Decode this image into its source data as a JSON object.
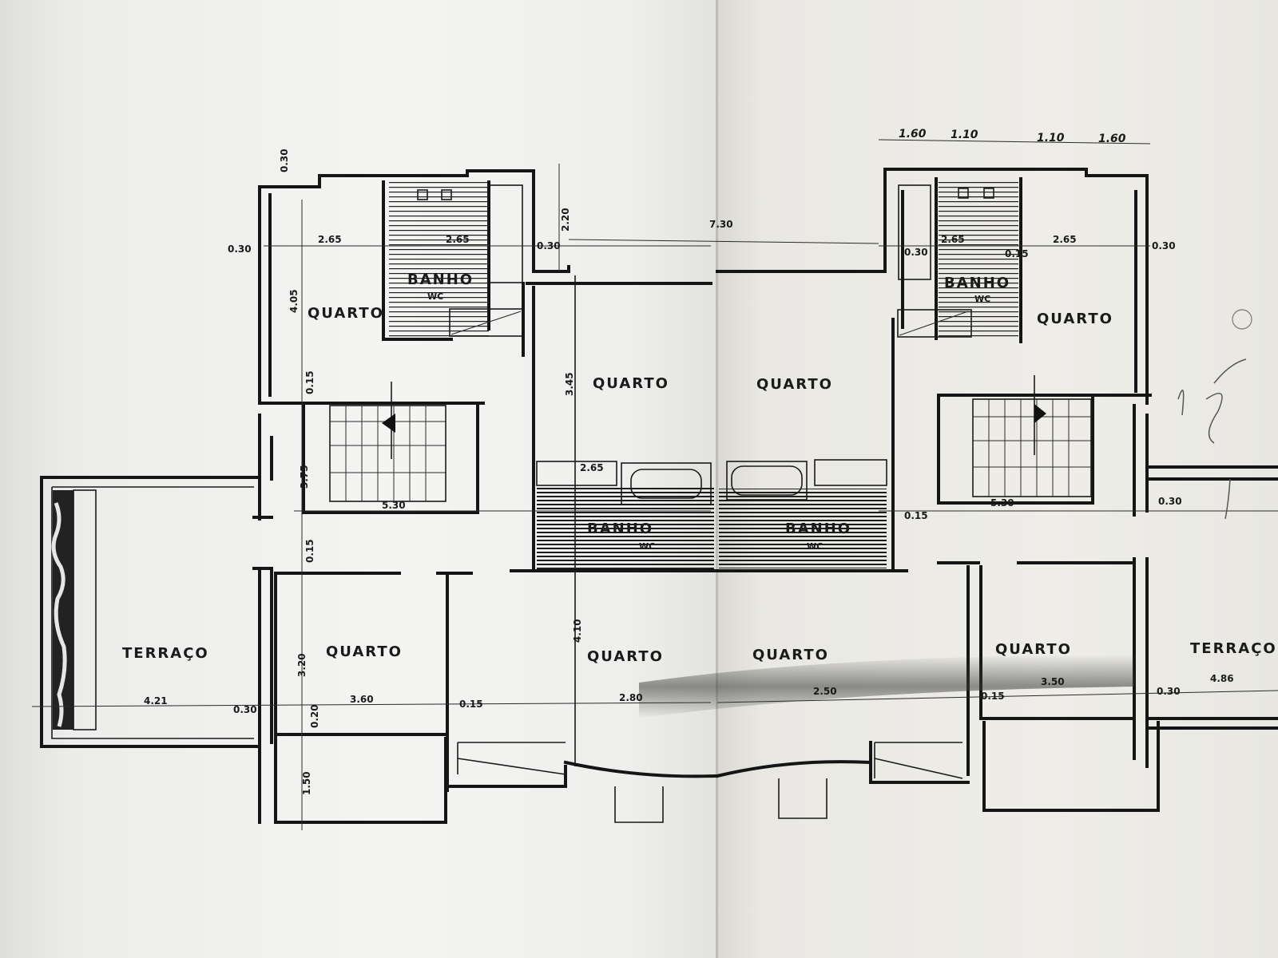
{
  "plan": {
    "left_unit": {
      "rooms": {
        "quarto_top": "QUARTO",
        "banho_top": "BANHO",
        "wc_top": "WC",
        "quarto_mid": "QUARTO",
        "banho_mid": "BANHO",
        "wc_mid": "WC",
        "terraco": "TERRAÇO",
        "quarto_bottom_left": "QUARTO",
        "quarto_bottom_mid": "QUARTO"
      },
      "dimensions": {
        "d030_top": "0.30",
        "d030_left": "0.30",
        "d265_quarto": "2.65",
        "d265_banho": "2.65",
        "d220": "2.20",
        "d030_right": "0.30",
        "d405": "4.05",
        "d015_a": "0.15",
        "d345": "3.45",
        "d375": "3.75",
        "d530": "5.30",
        "d265_mid": "2.65",
        "d015_b": "0.15",
        "d320": "3.20",
        "d421": "4.21",
        "d030_bot": "0.30",
        "d360": "3.60",
        "d015_c": "0.15",
        "d410": "4.10",
        "d280": "2.80",
        "d020": "0.20",
        "d150": "1.50"
      }
    },
    "center": {
      "d730": "7.30"
    },
    "right_unit": {
      "rooms": {
        "banho_top": "BANHO",
        "wc_top": "WC",
        "quarto_top": "QUARTO",
        "quarto_mid": "QUARTO",
        "banho_mid": "BANHO",
        "wc_mid": "WC",
        "quarto_bottom_left": "QUARTO",
        "quarto_bottom_right": "QUARTO",
        "terraco": "TERRAÇO"
      },
      "dimensions": {
        "top_160_a": "1.60",
        "top_110_a": "1.10",
        "top_110_b": "1.10",
        "top_160_b": "1.60",
        "d030_a": "0.30",
        "d265_banho": "2.65",
        "d015_a": "0.15",
        "d265_quarto": "2.65",
        "d030_b": "0.30",
        "d530": "5.30",
        "d015_b": "0.15",
        "d030_c": "0.30",
        "d250": "2.50",
        "d015_c": "0.15",
        "d350": "3.50",
        "d030_d": "0.30",
        "d486": "4.86"
      }
    }
  }
}
